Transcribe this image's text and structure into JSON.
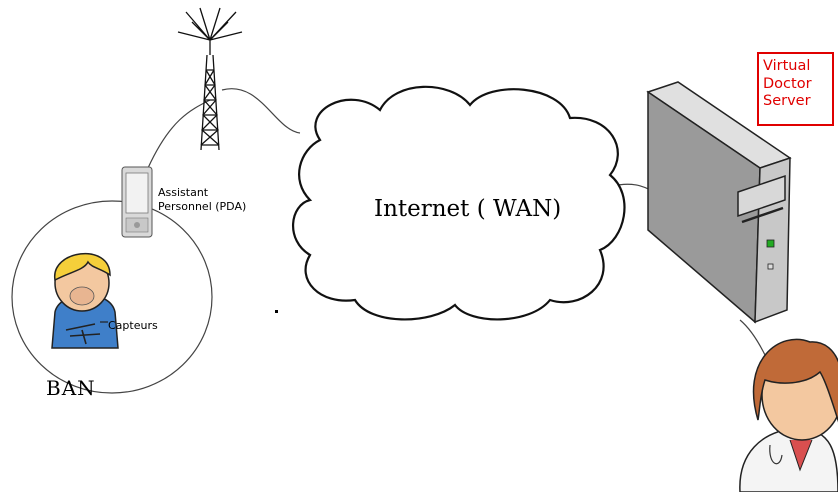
{
  "labels": {
    "pda": "Assistant Personnel (PDA)",
    "pda_line1": "Assistant",
    "pda_line2": "Personnel (PDA)",
    "capteurs": "Capteurs",
    "ban": "BAN",
    "internet": "Internet ( WAN)",
    "server_line1": "Virtual",
    "server_line2": "Doctor",
    "server_line3": "Server"
  },
  "icons": [
    "antenna-tower-icon",
    "pda-icon",
    "patient-icon",
    "cloud-icon",
    "server-tower-icon",
    "doctor-icon"
  ],
  "colors": {
    "server_label": "#e00000",
    "patient_hair": "#f5cf3a",
    "patient_shirt": "#3f7fc9",
    "doctor_hair": "#c06a38",
    "server_body": "#bdbdbd",
    "server_led": "#22aa22"
  }
}
